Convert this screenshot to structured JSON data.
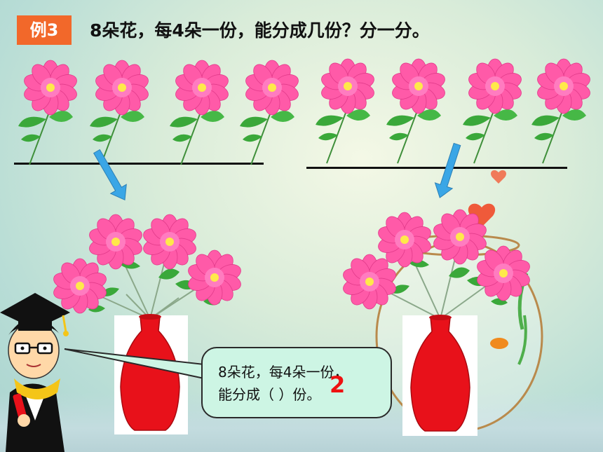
{
  "header": {
    "tag": "例3",
    "question": "8朵花，每4朵一份，能分成几份？分一分。"
  },
  "bubble": {
    "line1": "8朵花，每4朵一份，",
    "line2": "能分成（   ）份。"
  },
  "answer": "2",
  "icons": {
    "flower": "pink-flower-icon",
    "vase": "red-vase-icon",
    "arrow": "down-arrow-icon",
    "teacher": "cartoon-teacher-icon",
    "heart": "heart-icon",
    "fishbowl": "fishbowl-icon"
  },
  "colors": {
    "tag_bg": "#f2682a",
    "petal": "#ff5aa8",
    "flower_center": "#ffe94a",
    "leaf": "#3aa83a",
    "vase": "#e8111a",
    "arrow": "#3aa6e6",
    "bubble_bg": "#cdf5e4",
    "answer": "#e11111"
  }
}
